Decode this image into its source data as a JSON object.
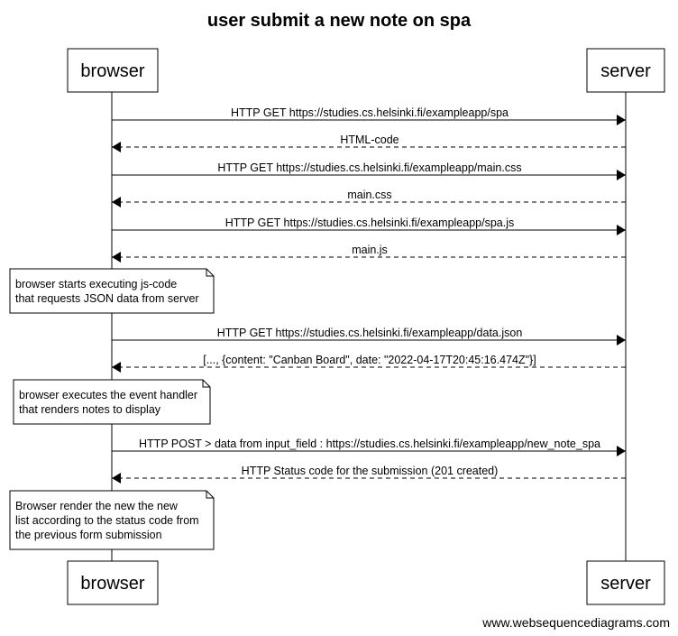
{
  "diagram": {
    "title": "user submit a new note on spa",
    "participants": {
      "browser": "browser",
      "server": "server"
    },
    "messages": [
      {
        "from": "browser",
        "to": "server",
        "style": "solid",
        "text": "HTTP GET https://studies.cs.helsinki.fi/exampleapp/spa"
      },
      {
        "from": "server",
        "to": "browser",
        "style": "dashed",
        "text": "HTML-code"
      },
      {
        "from": "browser",
        "to": "server",
        "style": "solid",
        "text": "HTTP GET https://studies.cs.helsinki.fi/exampleapp/main.css"
      },
      {
        "from": "server",
        "to": "browser",
        "style": "dashed",
        "text": "main.css"
      },
      {
        "from": "browser",
        "to": "server",
        "style": "solid",
        "text": "HTTP GET https://studies.cs.helsinki.fi/exampleapp/spa.js"
      },
      {
        "from": "server",
        "to": "browser",
        "style": "dashed",
        "text": "main.js"
      },
      {
        "from": "browser",
        "to": "server",
        "style": "solid",
        "text": "HTTP GET https://studies.cs.helsinki.fi/exampleapp/data.json"
      },
      {
        "from": "server",
        "to": "browser",
        "style": "dashed",
        "text": "[..., {content: \"Canban Board\", date: \"2022-04-17T20:45:16.474Z\"}]"
      },
      {
        "from": "browser",
        "to": "server",
        "style": "solid",
        "text": "HTTP POST > data from input_field : https://studies.cs.helsinki.fi/exampleapp/new_note_spa"
      },
      {
        "from": "server",
        "to": "browser",
        "style": "dashed",
        "text": "HTTP Status code for the submission (201 created)"
      }
    ],
    "notes": [
      {
        "lines": [
          "browser starts executing js-code",
          "that requests JSON data from server"
        ]
      },
      {
        "lines": [
          "browser executes the event handler",
          "that renders notes to display"
        ]
      },
      {
        "lines": [
          "Browser render the new the new",
          "list according to the status code from",
          "the previous form submission"
        ]
      }
    ],
    "footer": "www.websequencediagrams.com"
  }
}
